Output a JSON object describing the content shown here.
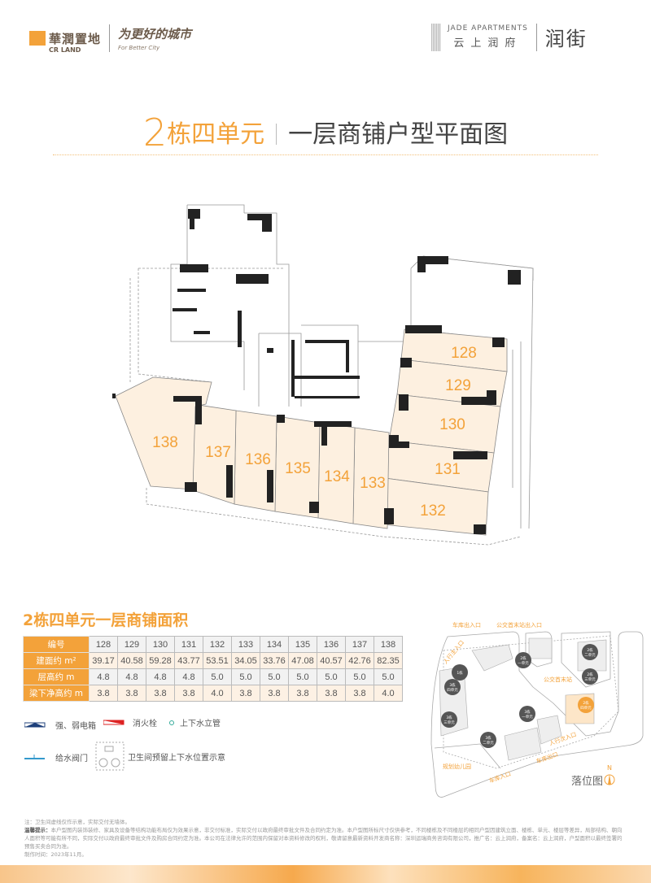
{
  "header": {
    "brand_cn": "華潤置地",
    "brand_en": "CR LAND",
    "slogan_cn": "为更好的城市",
    "slogan_en": "For Better City",
    "project_en": "JADE APARTMENTS",
    "project_cn": "云上润府",
    "sub_brand": "润街"
  },
  "title": {
    "number": "2",
    "unit": "栋四单元",
    "main": "一层商铺户型平面图"
  },
  "floorplan": {
    "units": [
      {
        "id": "128"
      },
      {
        "id": "129"
      },
      {
        "id": "130"
      },
      {
        "id": "131"
      },
      {
        "id": "132"
      },
      {
        "id": "133"
      },
      {
        "id": "134"
      },
      {
        "id": "135"
      },
      {
        "id": "136"
      },
      {
        "id": "137"
      },
      {
        "id": "138"
      }
    ],
    "unit_fill": "#fdf0e0",
    "label_color": "#f3a23a"
  },
  "area_table": {
    "title": "2栋四单元一层商铺面积",
    "rows": [
      {
        "label": "编号",
        "values": [
          "128",
          "129",
          "130",
          "131",
          "132",
          "133",
          "134",
          "135",
          "136",
          "137",
          "138"
        ]
      },
      {
        "label": "建面约 m²",
        "values": [
          "39.17",
          "40.58",
          "59.28",
          "43.77",
          "53.51",
          "34.05",
          "33.76",
          "47.08",
          "40.57",
          "42.76",
          "82.35"
        ]
      },
      {
        "label": "层高约 m",
        "values": [
          "4.8",
          "4.8",
          "4.8",
          "4.8",
          "5.0",
          "5.0",
          "5.0",
          "5.0",
          "5.0",
          "5.0",
          "5.0"
        ]
      },
      {
        "label": "梁下净高约 m",
        "values": [
          "3.8",
          "3.8",
          "3.8",
          "3.8",
          "4.0",
          "3.8",
          "3.8",
          "3.8",
          "3.8",
          "3.8",
          "4.0"
        ]
      }
    ]
  },
  "legend": {
    "electric_box": "强、弱电箱",
    "hydrant": "消火栓",
    "water_pipe": "上下水立管",
    "water_valve": "给水阀门",
    "toilet_reserve": "卫生间预留上下水位置示意"
  },
  "site_map": {
    "title": "落位图",
    "north": "N",
    "labels": {
      "garage_exit_top": "车库出入口",
      "bus_entry": "公交首末站出入口",
      "main_ped": "人行主入口",
      "bus_station": "公交首末站",
      "side_ped": "人行次入口",
      "garage_exit": "车库出口",
      "garage_entry": "车库入口",
      "kindergarten": "规划幼儿园"
    },
    "buildings": [
      {
        "line1": "1栋",
        "line2": ""
      },
      {
        "line1": "2栋",
        "line2": "一单元"
      },
      {
        "line1": "2栋",
        "line2": "二单元"
      },
      {
        "line1": "2栋",
        "line2": "三单元"
      },
      {
        "line1": "2栋",
        "line2": "四单元"
      },
      {
        "line1": "3栋",
        "line2": "四单元"
      },
      {
        "line1": "3栋",
        "line2": "三单元"
      },
      {
        "line1": "3栋",
        "line2": "二单元"
      },
      {
        "line1": "3栋",
        "line2": "一单元"
      }
    ],
    "highlight_color": "#f3a23a"
  },
  "footer": {
    "note": "注：卫生间虚线仅作示意，实际交付无墙体。",
    "tip_label": "温馨提示：",
    "tip": "本户型图内装饰装修、家具及设备等结构功能布局仅为效果示意，非交付标准，实际交付以政府最终审批文件及合同约定为准。本户型图所标尺寸仅供参考，不同楼栋及不同楼层的相同户型因建筑立面、楼栋、单元、楼层等差异，局部结构、朝向人面积等可能有所不同，实际交付以政府最终审批文件及购房合同约定为准。本公司在法律允许的范围内保留对本资料修改的权利，敬请留意最新资料开发商名称：深圳运瑞商务咨询有限公司，推广名：云上润府，备案名：云上润府，户型面积以最终签署的预售买卖合同为准。",
    "date": "制作时间：2023年11月。"
  }
}
